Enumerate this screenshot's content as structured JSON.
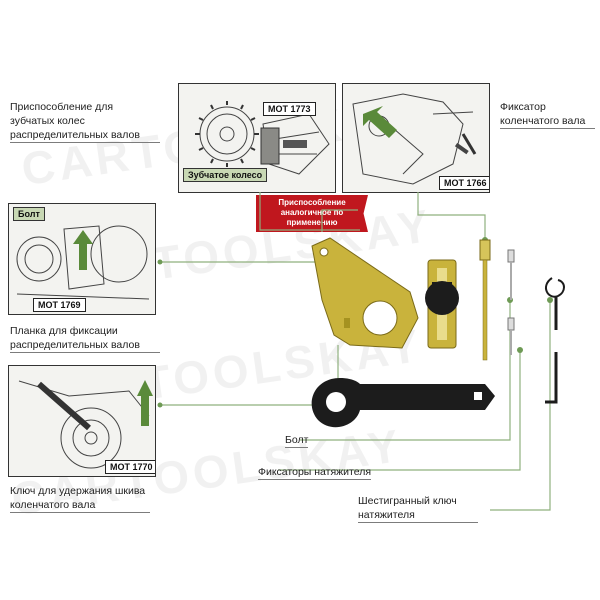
{
  "labels": {
    "camshaft_fixture": "Приспособление для зубчатых колес распределительных валов",
    "crankshaft_lock": "Фиксатор коленчатого вала",
    "camshaft_plate": "Планка для фиксации распределительных валов",
    "pulley_wrench": "Ключ для удержания шкива коленчатого вала",
    "bolt": "Болт",
    "tensioner_locks": "Фиксаторы натяжителя",
    "hex_key": "Шестигранный ключ натяжителя"
  },
  "photo_tags": {
    "mot1773": "MOT 1773",
    "gear": "Зубчатое колесо",
    "mot1766": "MOT 1766",
    "bolt_tag": "Болт",
    "mot1769": "MOT 1769",
    "mot1770": "MOT 1770"
  },
  "notice": "Приспособление аналогичное по применению",
  "watermark": "CARTOOLSKAY",
  "colors": {
    "leader_line": "#8fb07e",
    "arrow_green": "#5a8a3a",
    "notice_red": "#c0171e",
    "gold_plate": "#c9b33c",
    "black_tool": "#1c1c1c"
  }
}
